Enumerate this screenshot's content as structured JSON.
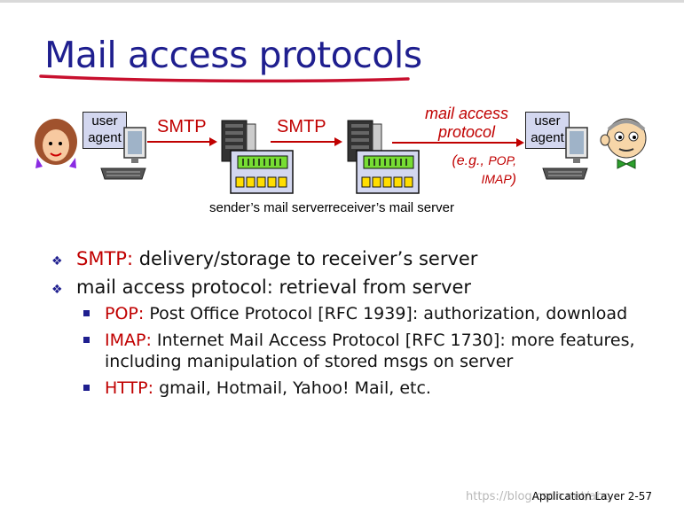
{
  "slide": {
    "title": "Mail access protocols",
    "footer": "Application Layer 2-57",
    "watermark": "https://blog.csdn.net/abc"
  },
  "diagram": {
    "user_agent_label": "user agent",
    "smtp_label_1": "SMTP",
    "smtp_label_2": "SMTP",
    "mail_access_protocol_label": "mail access protocol",
    "examples": {
      "prefix": "(e.g., ",
      "pop": "POP,",
      "imap": "IMAP",
      "suffix": ")"
    },
    "sender_server_label": "sender’s mail server",
    "receiver_server_label": "receiver’s mail server"
  },
  "bullets": [
    {
      "highlight": "SMTP:",
      "text": " delivery/storage to receiver’s server"
    },
    {
      "highlight": "",
      "text": "mail access protocol: retrieval from server",
      "sub": [
        {
          "highlight": "POP:",
          "text": " Post Office Protocol [RFC 1939]: authorization, download"
        },
        {
          "highlight": "IMAP:",
          "text": " Internet Mail Access Protocol [RFC 1730]: more features, including manipulation of stored msgs on server"
        },
        {
          "highlight": "HTTP:",
          "text": " gmail, Hotmail, Yahoo! Mail, etc."
        }
      ]
    }
  ],
  "colors": {
    "title": "#1f1f8f",
    "accent_red": "#c00000",
    "bullet_blue": "#1f1f8f",
    "box_fill": "#d3d7ef",
    "led_green": "#77dd33",
    "led_yellow": "#ffdd00"
  },
  "icons": [
    "woman-user-icon",
    "man-user-icon",
    "desktop-computer-icon",
    "mail-server-icon",
    "diamond-bullet-icon",
    "square-bullet-icon"
  ]
}
